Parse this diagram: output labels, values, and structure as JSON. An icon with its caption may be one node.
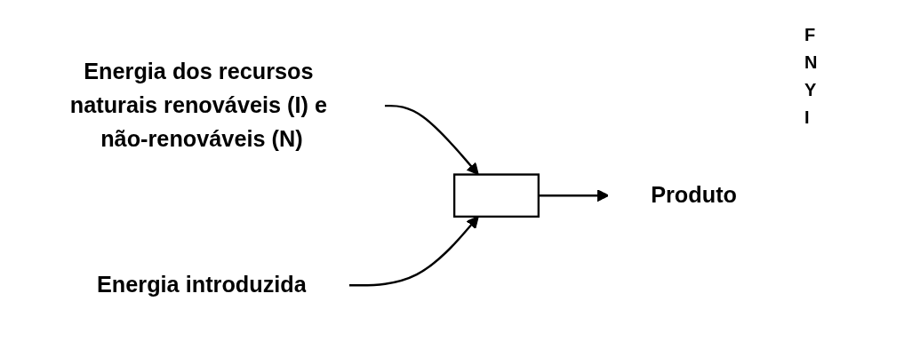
{
  "diagram": {
    "nodes": [
      {
        "text": [
          "Energia dos recursos naturais renováveis (I) e não-renováveis (N)"
        ]
      },
      {
        "text": [],
        "shape": "box"
      },
      {
        "text": [
          "Produto"
        ]
      },
      {
        "text": [
          "Energia introduzida"
        ]
      }
    ],
    "edges": [
      {
        "from": 0,
        "to": 1,
        "arrow": "to"
      },
      {
        "from": 3,
        "to": 1,
        "arrow": "to"
      },
      {
        "from": 1,
        "to": 2,
        "arrow": "to"
      }
    ],
    "labels": [
      "F",
      "N",
      "Y",
      "I"
    ]
  }
}
